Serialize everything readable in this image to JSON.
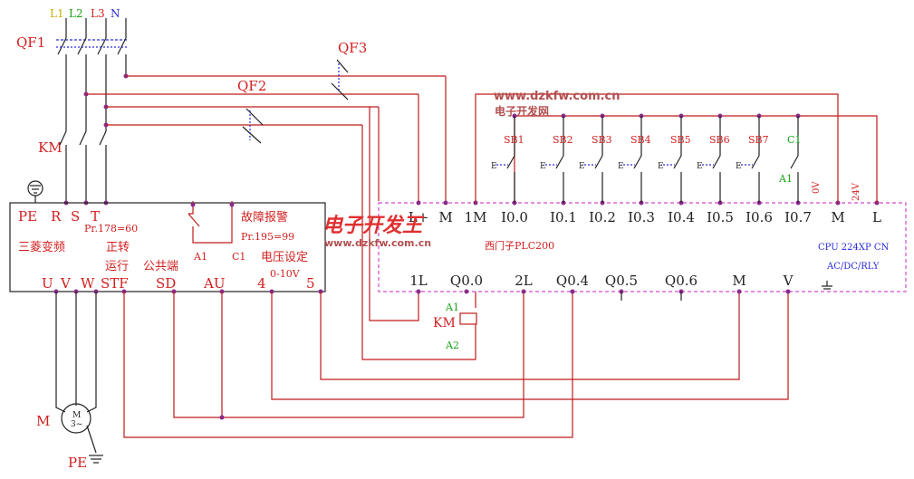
{
  "phases": {
    "l1": "L1",
    "l2": "L2",
    "l3": "L3",
    "n": "N"
  },
  "breakers": {
    "qf1": "QF1",
    "qf2": "QF2",
    "qf3": "QF3"
  },
  "contactor_label": "KM",
  "inverter": {
    "pe": "PE",
    "r": "R",
    "s": "S",
    "t": "T",
    "param1": "Pr.178=60",
    "fault_alarm": "故障报警",
    "param2": "Pr.195=99",
    "brand": "三菱变频",
    "fwd_run_1": "正转",
    "fwd_run_2": "运行",
    "common": "公共端",
    "a1": "A1",
    "c1": "C1",
    "voltage_set": "电压设定",
    "voltage_range": "0-10V",
    "u": "U",
    "v": "V",
    "w": "W",
    "stf": "STF",
    "sd": "SD",
    "au": "AU",
    "t4": "4",
    "t5": "5"
  },
  "motor": {
    "label": "M",
    "symbol_m": "M",
    "symbol_3": "3~",
    "pe": "PE"
  },
  "plc": {
    "top_terminals": [
      "L+",
      "M",
      "1M",
      "I0.0",
      "I0.1",
      "I0.2",
      "I0.3",
      "I0.4",
      "I0.5",
      "I0.6",
      "I0.7",
      "M",
      "L"
    ],
    "bottom_terminals": [
      "1L",
      "Q0.0",
      "2L",
      "Q0.4",
      "Q0.5",
      "Q0.6",
      "M",
      "V"
    ],
    "name": "西门子PLC200",
    "cpu": "CPU 224XP CN",
    "type": "AC/DC/RLY",
    "v0": "0V",
    "v24": "24V"
  },
  "switches": {
    "labels": [
      "SB1",
      "SB2",
      "SB3",
      "SB4",
      "SB5",
      "SB6",
      "SB7",
      "C1"
    ],
    "c1_a1": "A1"
  },
  "relay": {
    "a1": "A1",
    "km": "KM",
    "a2": "A2"
  },
  "watermarks": {
    "w1": "www.dzkfw.com.cn",
    "w2": "电子开发网",
    "w3": "电子开发王",
    "w4": "www.dzkfw.com.cn"
  }
}
